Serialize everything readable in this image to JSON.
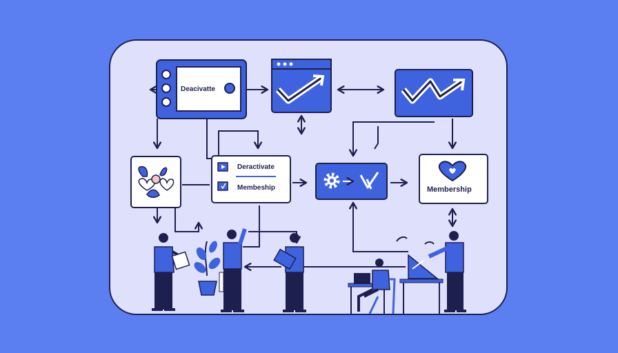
{
  "nodes": {
    "screen_top": {
      "label": "Deacivatte"
    },
    "card_mid": {
      "line1": "Deractivate",
      "line2": "Membeship"
    },
    "membership_card": {
      "label": "Membership"
    }
  },
  "colors": {
    "background": "#5b7ef0",
    "panel": "#dfe0fb",
    "node_blue": "#3f63df",
    "outline": "#1d1f4e",
    "white": "#ffffff"
  },
  "icons": [
    "check-arrow-icon",
    "zigzag-check-icon",
    "hearts-leaves-icon",
    "gear-icon",
    "check-mark-icon",
    "heart-icon",
    "play-icon"
  ]
}
